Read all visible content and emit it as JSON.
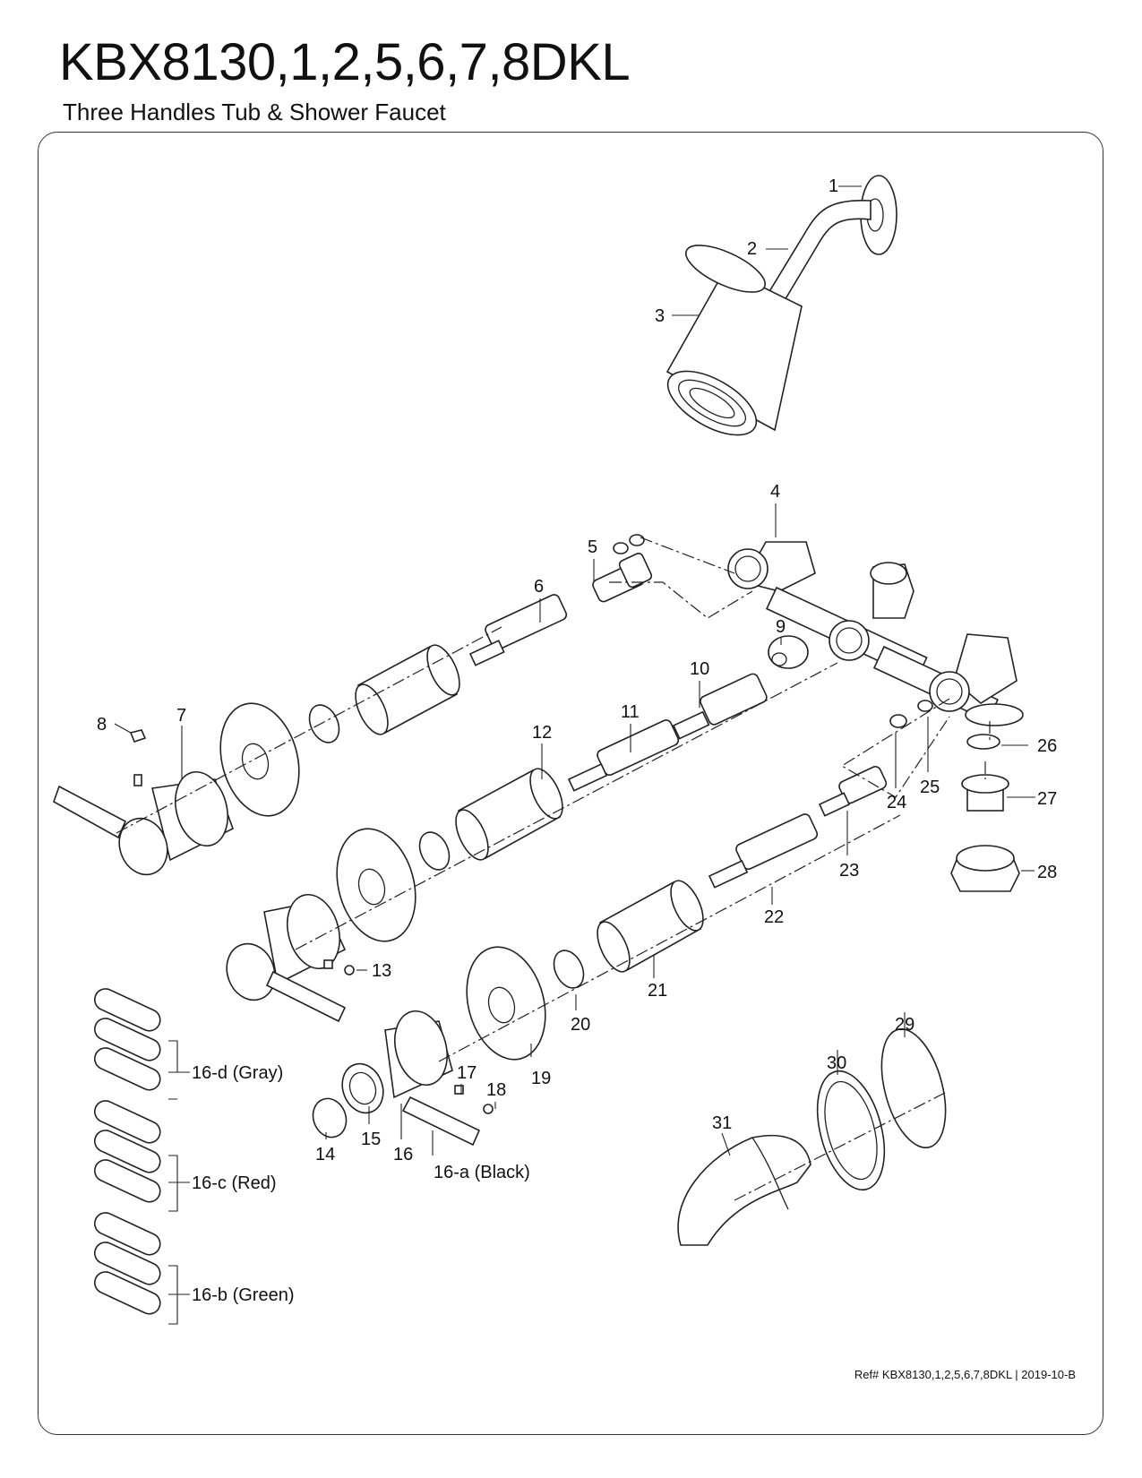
{
  "title": "KBX8130,1,2,5,6,7,8DKL",
  "subtitle": "Three Handles Tub & Shower Faucet",
  "reference": "Ref# KBX8130,1,2,5,6,7,8DKL | 2019-10-B",
  "labels": {
    "p1": "1",
    "p2": "2",
    "p3": "3",
    "p4": "4",
    "p5": "5",
    "p6": "6",
    "p7": "7",
    "p8": "8",
    "p9": "9",
    "p10": "10",
    "p11": "11",
    "p12": "12",
    "p13": "13",
    "p14": "14",
    "p15": "15",
    "p16": "16",
    "p17": "17",
    "p18": "18",
    "p19": "19",
    "p20": "20",
    "p21": "21",
    "p22": "22",
    "p23": "23",
    "p24": "24",
    "p25": "25",
    "p26": "26",
    "p27": "27",
    "p28": "28",
    "p29": "29",
    "p30": "30",
    "p31": "31",
    "p16a": "16-a (Black)",
    "p16b": "16-b (Green)",
    "p16c": "16-c (Red)",
    "p16d": "16-d (Gray)"
  }
}
